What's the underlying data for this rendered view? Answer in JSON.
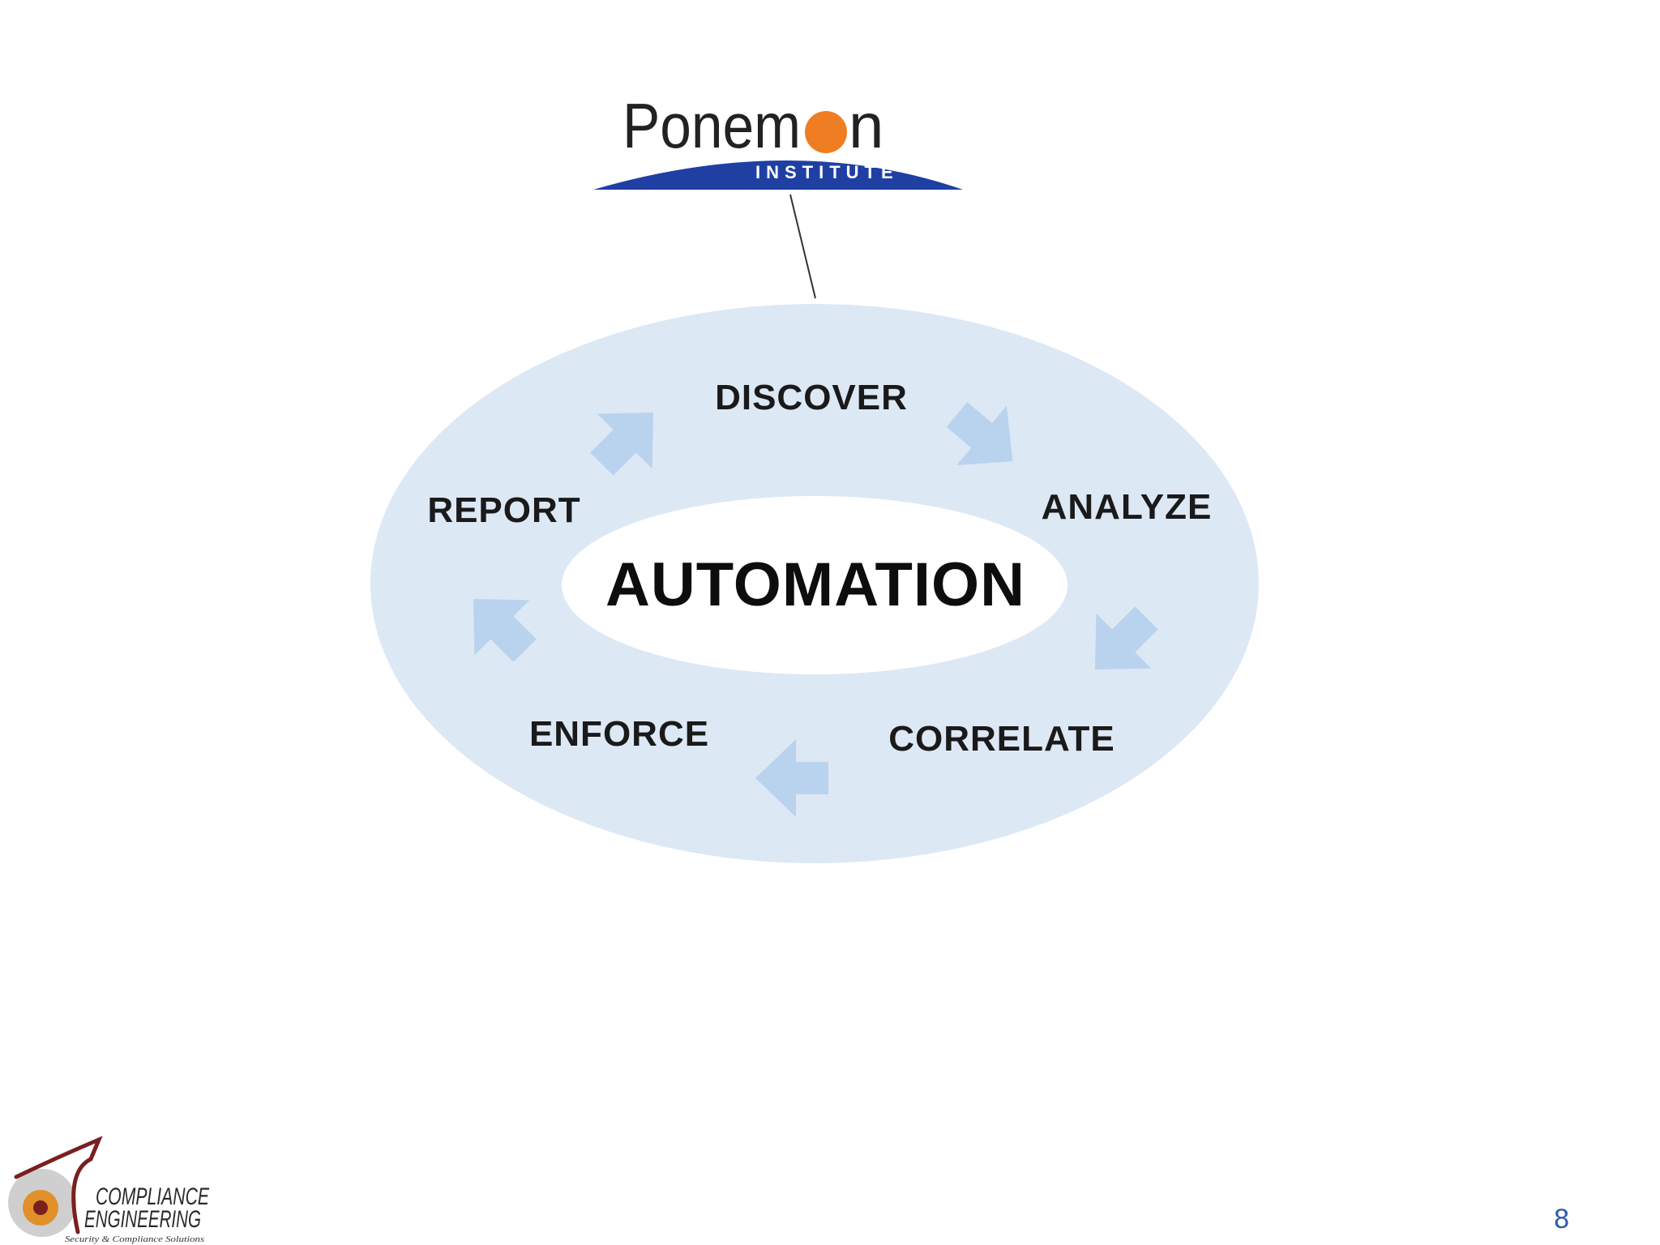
{
  "logo": {
    "word_left": "Ponem",
    "word_right": "n",
    "subtitle": "INSTITUTE",
    "colors": {
      "brand_blue": "#1f3fa3",
      "dot_orange": "#ef7d22"
    }
  },
  "cycle": {
    "center": "AUTOMATION",
    "stages": {
      "discover": "DISCOVER",
      "analyze": "ANALYZE",
      "correlate": "CORRELATE",
      "enforce": "ENFORCE",
      "report": "REPORT"
    },
    "colors": {
      "ring": "#dde8f5",
      "arrow": "#b9d3ee"
    }
  },
  "footer_logo": {
    "line1": "COMPLIANCE",
    "line2": "ENGINEERING",
    "tagline": "Security & Compliance Solutions"
  },
  "page_number": "8"
}
